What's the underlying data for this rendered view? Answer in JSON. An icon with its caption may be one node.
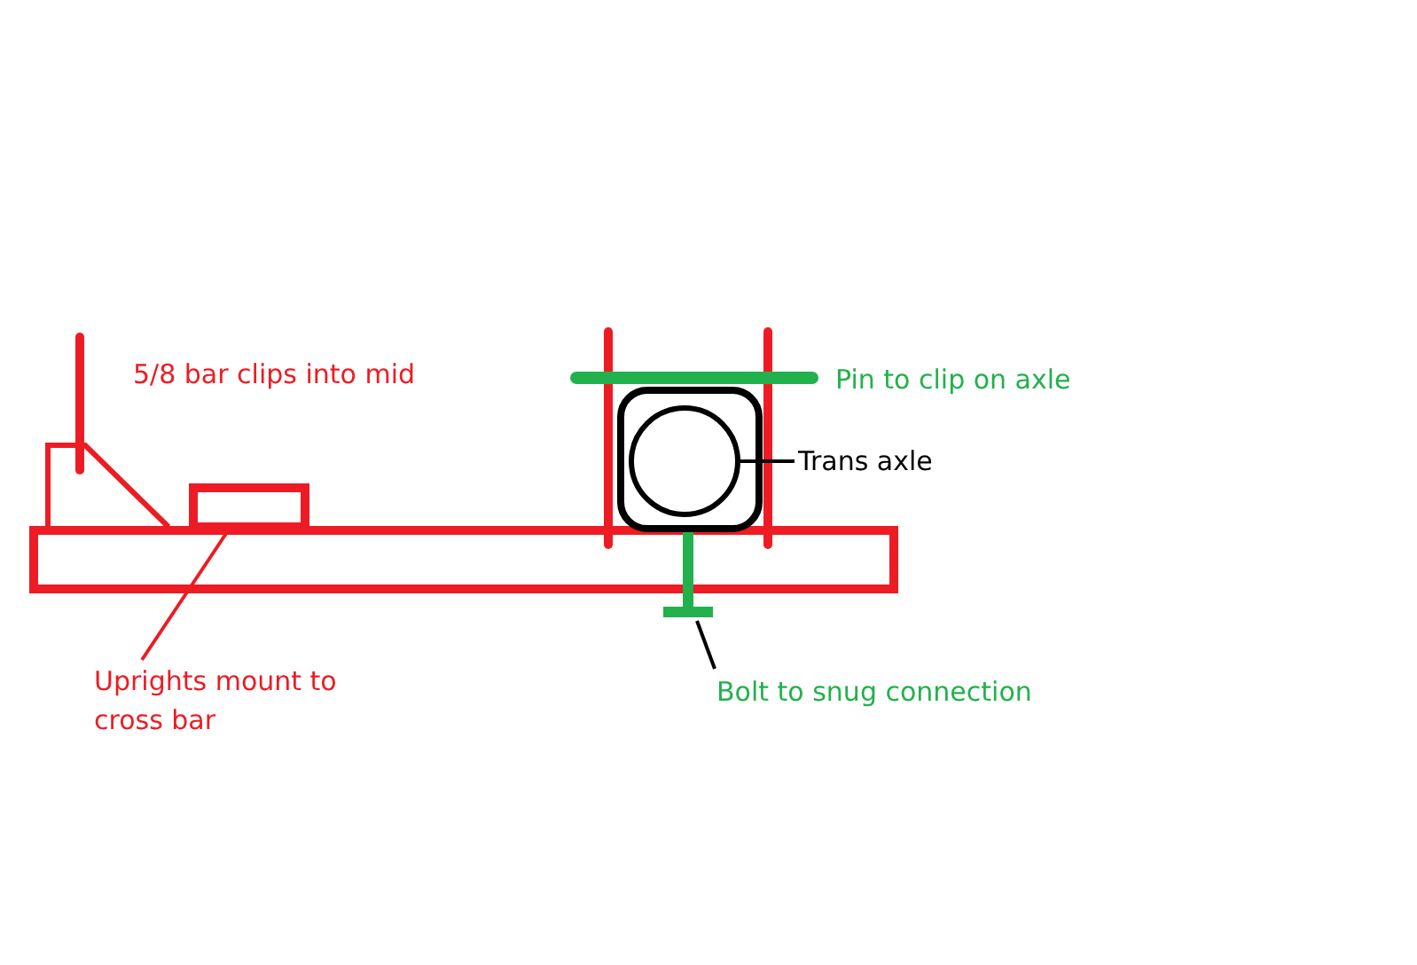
{
  "diagram": {
    "nodes": [
      {
        "text": [
          "Uprights mount to cross bar"
        ]
      },
      {
        "text": [],
        "shape": "box"
      },
      {
        "text": [
          "Trans axle"
        ]
      },
      {
        "text": [],
        "shape": "circle"
      },
      {
        "text": [
          "Bolt to snug connection"
        ]
      },
      {
        "text": [],
        "shape": "bar"
      }
    ],
    "edges": [
      {
        "from": 0,
        "to": 1,
        "arrow": "none",
        "color": "#ed1c24"
      },
      {
        "from": 2,
        "to": 3,
        "arrow": "none"
      },
      {
        "from": 4,
        "to": 5,
        "arrow": "none"
      }
    ],
    "labels": [
      "5/8 bar clips into mid",
      "Pin to clip on axle"
    ]
  }
}
